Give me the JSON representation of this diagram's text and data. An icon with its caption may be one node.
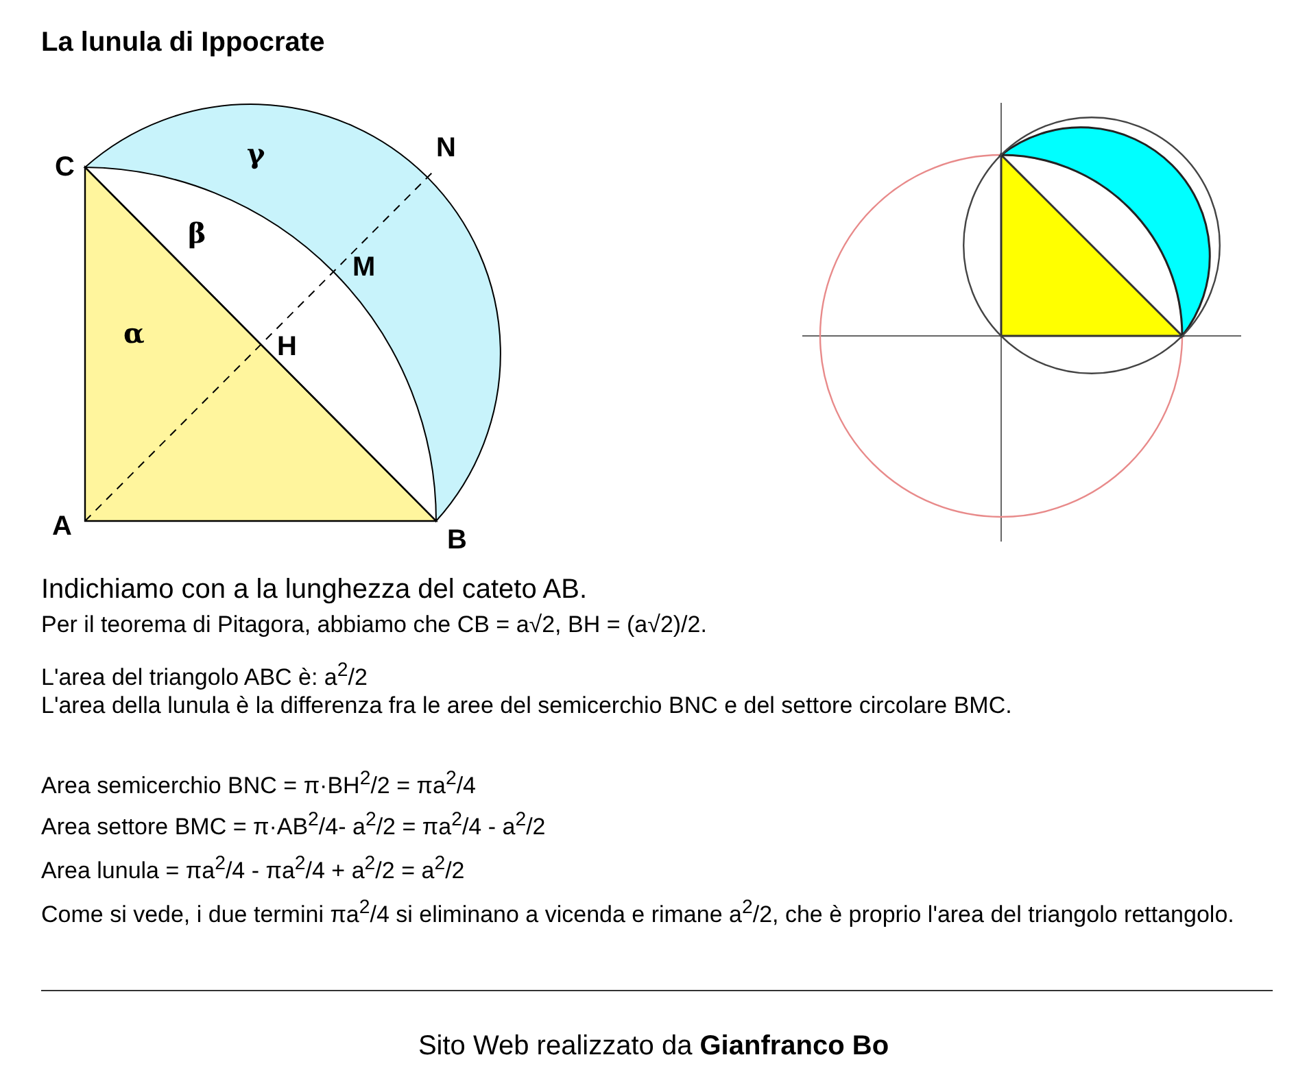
{
  "diagram": {
    "title": "La lunula di Ippocrate",
    "labels": [
      "C",
      "N",
      "γ",
      "β",
      "M",
      "α",
      "H",
      "A",
      "B",
      "Indichiamo con a la lunghezza del cateto AB.",
      "Per il teorema di Pitagora, abbiamo che CB = a√2, BH = (a√2)/2.",
      "L'area del triangolo ABC è: a$^{2}$/2",
      "L'area della lunula è la differenza fra le aree del semicerchio BNC e del settore circolare BMC.",
      "Area semicerchio BNC = π·BH$^{2}$/2 = πa$^{2}$/4",
      "Area settore BMC = π·AB$^{2}$/4- a$^{2}$/2 = πa$^{2}$/4 - a$^{2}$/2",
      "Area lunula = πa$^{2}$/4 - πa$^{2}$/4 + a$^{2}$/2 = a$^{2}$/2",
      "Come si vede, i due termini πa$^{2}$/4 si eliminano a vicenda e rimane a$^{2}$/2, che è proprio l'area del triangolo rettangolo."
    ],
    "caption": "Sito Web realizzato da **Gianfranco Bo**"
  }
}
